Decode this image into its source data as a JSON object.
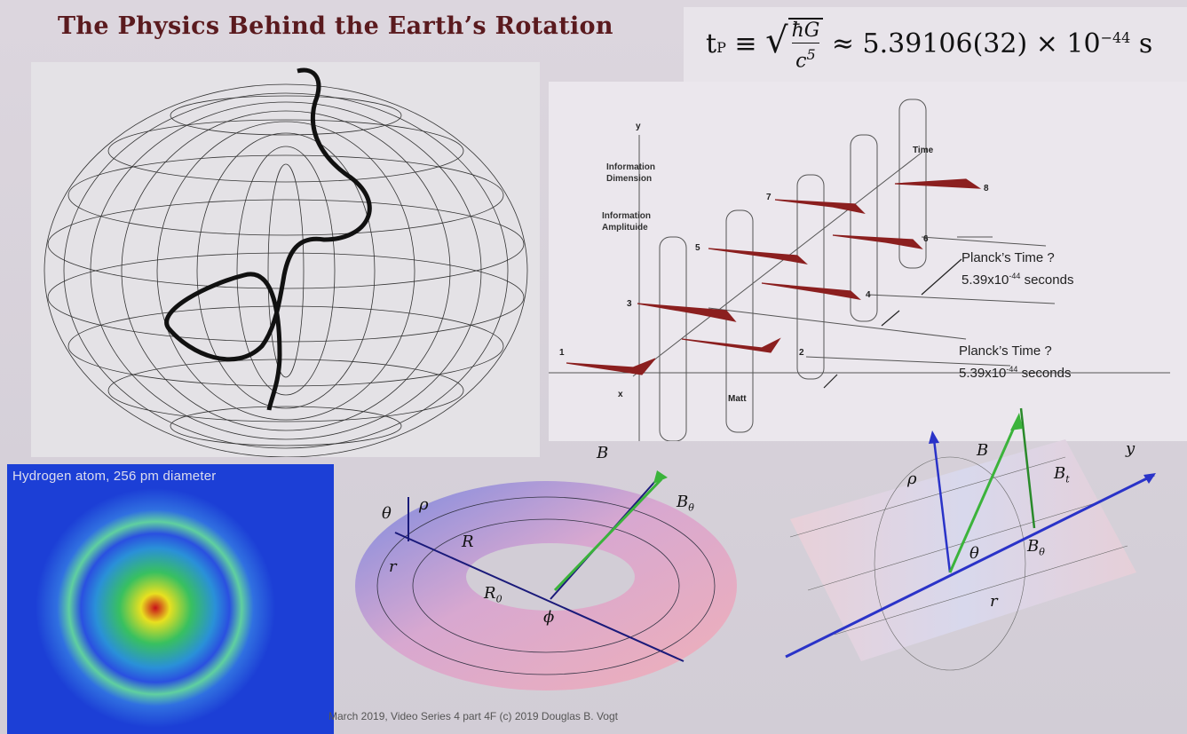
{
  "slide": {
    "title": "The Physics Behind the Earth’s Rotation",
    "formula": {
      "lhs": "t",
      "lhs_sub": "P",
      "rel": "≡",
      "radicand_num": "ħG",
      "radicand_den": "c",
      "radicand_den_exp": "5",
      "approx": "≈ 5.39106(32) × 10",
      "exp": "−44",
      "unit": "s"
    },
    "footer": "March 2019, Video Series 4 part 4F (c) 2019 Douglas B. Vogt"
  },
  "wave_diagram": {
    "y_axis": "y",
    "x_axis": "x",
    "time_axis": "Time",
    "matter_axis": "Matt",
    "info_dimension": [
      "Information",
      "Dimension"
    ],
    "info_amplitude": [
      "Information",
      "Amplituide"
    ],
    "numbers": [
      "1",
      "2",
      "3",
      "4",
      "5",
      "6",
      "7",
      "8"
    ],
    "planck_upper": [
      "Planck’s Time ?",
      "5.39x10",
      "-44",
      "seconds"
    ],
    "planck_lower": [
      "Planck’s Time ?",
      "5.39x10",
      "-44",
      "seconds"
    ]
  },
  "hydrogen": {
    "title": "Hydrogen atom, 256 pm diameter"
  },
  "torus_labels": {
    "B": "B",
    "B0": "B",
    "B0_sub": "θ",
    "theta": "θ",
    "rho": "ρ",
    "R": "R",
    "R0": "R",
    "R0_sub": "0",
    "r": "r",
    "phi": "ϕ"
  },
  "cylinder_labels": {
    "rho": "ρ",
    "B": "B",
    "Bt": "B",
    "Bt_sub": "t",
    "B0": "B",
    "B0_sub": "θ",
    "theta": "θ",
    "y": "y",
    "r": "r"
  },
  "colors": {
    "title": "#5a1a1e",
    "wave_red": "#8b1f1f",
    "arrow_green": "#3bb33b",
    "arrow_blue": "#2a33c8"
  }
}
